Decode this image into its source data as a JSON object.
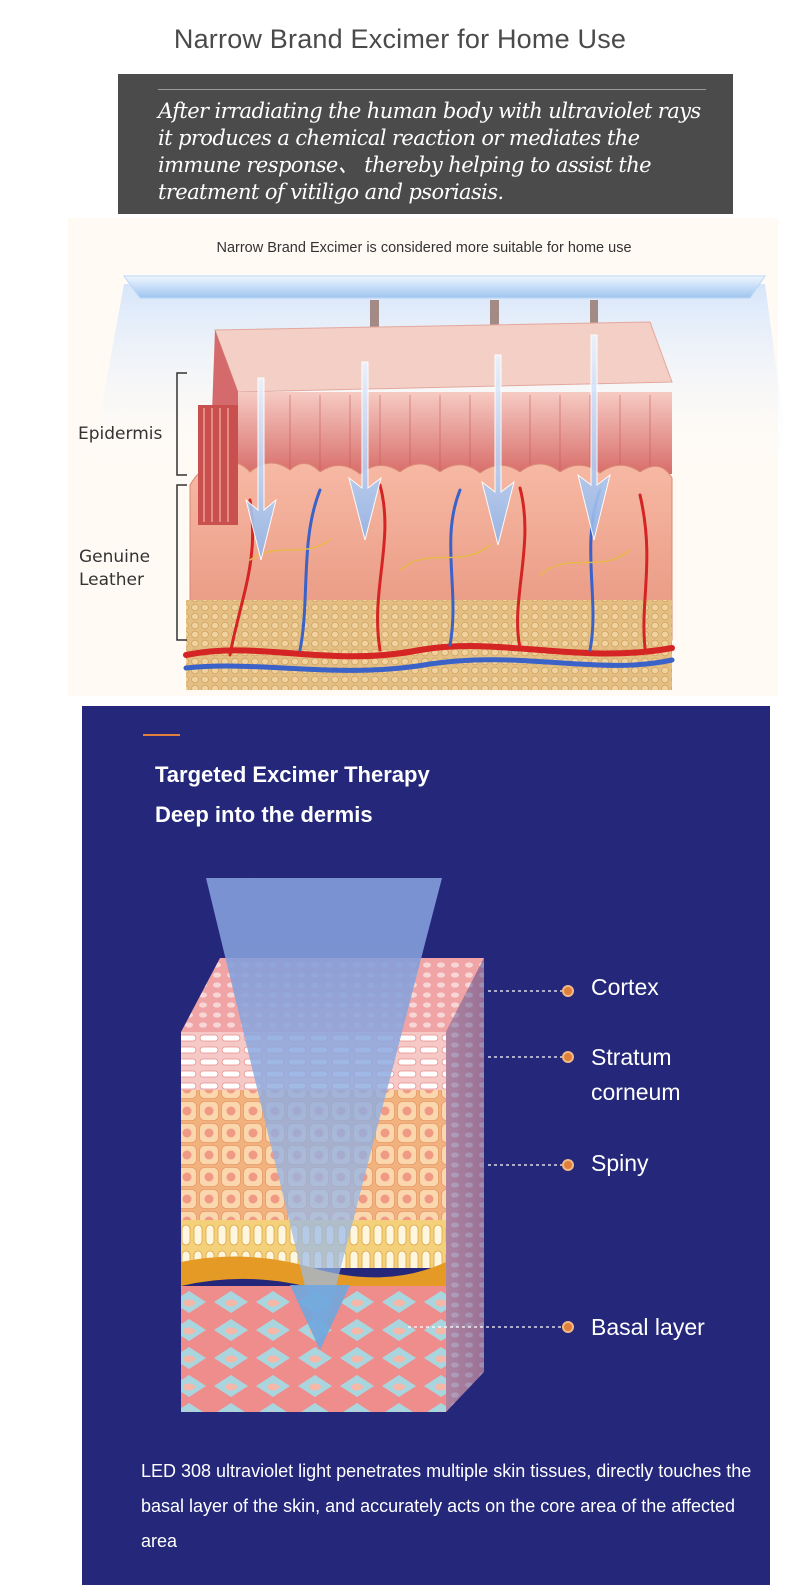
{
  "header": {
    "title": "Narrow Brand Excimer for Home Use",
    "description": "After irradiating the human body with ultraviolet rays it produces a chemical reaction or mediates the immune response、 thereby helping to assist the treatment of vitiligo and psoriasis."
  },
  "skin_section": {
    "caption": "Narrow Brand Excimer is considered more suitable for home use",
    "labels": {
      "epidermis": "Epidermis",
      "dermis_line1": "Genuine",
      "dermis_line2": "Leather"
    }
  },
  "therapy_section": {
    "heading_line1": "Targeted Excimer Therapy",
    "heading_line2": "Deep into the dermis",
    "layers": {
      "cortex": "Cortex",
      "stratum_line1": "Stratum",
      "stratum_line2": "corneum",
      "spiny": "Spiny",
      "basal": "Basal layer"
    },
    "body": "LED 308 ultraviolet light penetrates multiple skin tissues, directly touches the basal layer of the skin, and accurately acts on the core area of the affected area"
  },
  "colors": {
    "panel_bg": "#24277a",
    "accent": "#e0803a",
    "desc_bg": "#4b4b4b"
  }
}
